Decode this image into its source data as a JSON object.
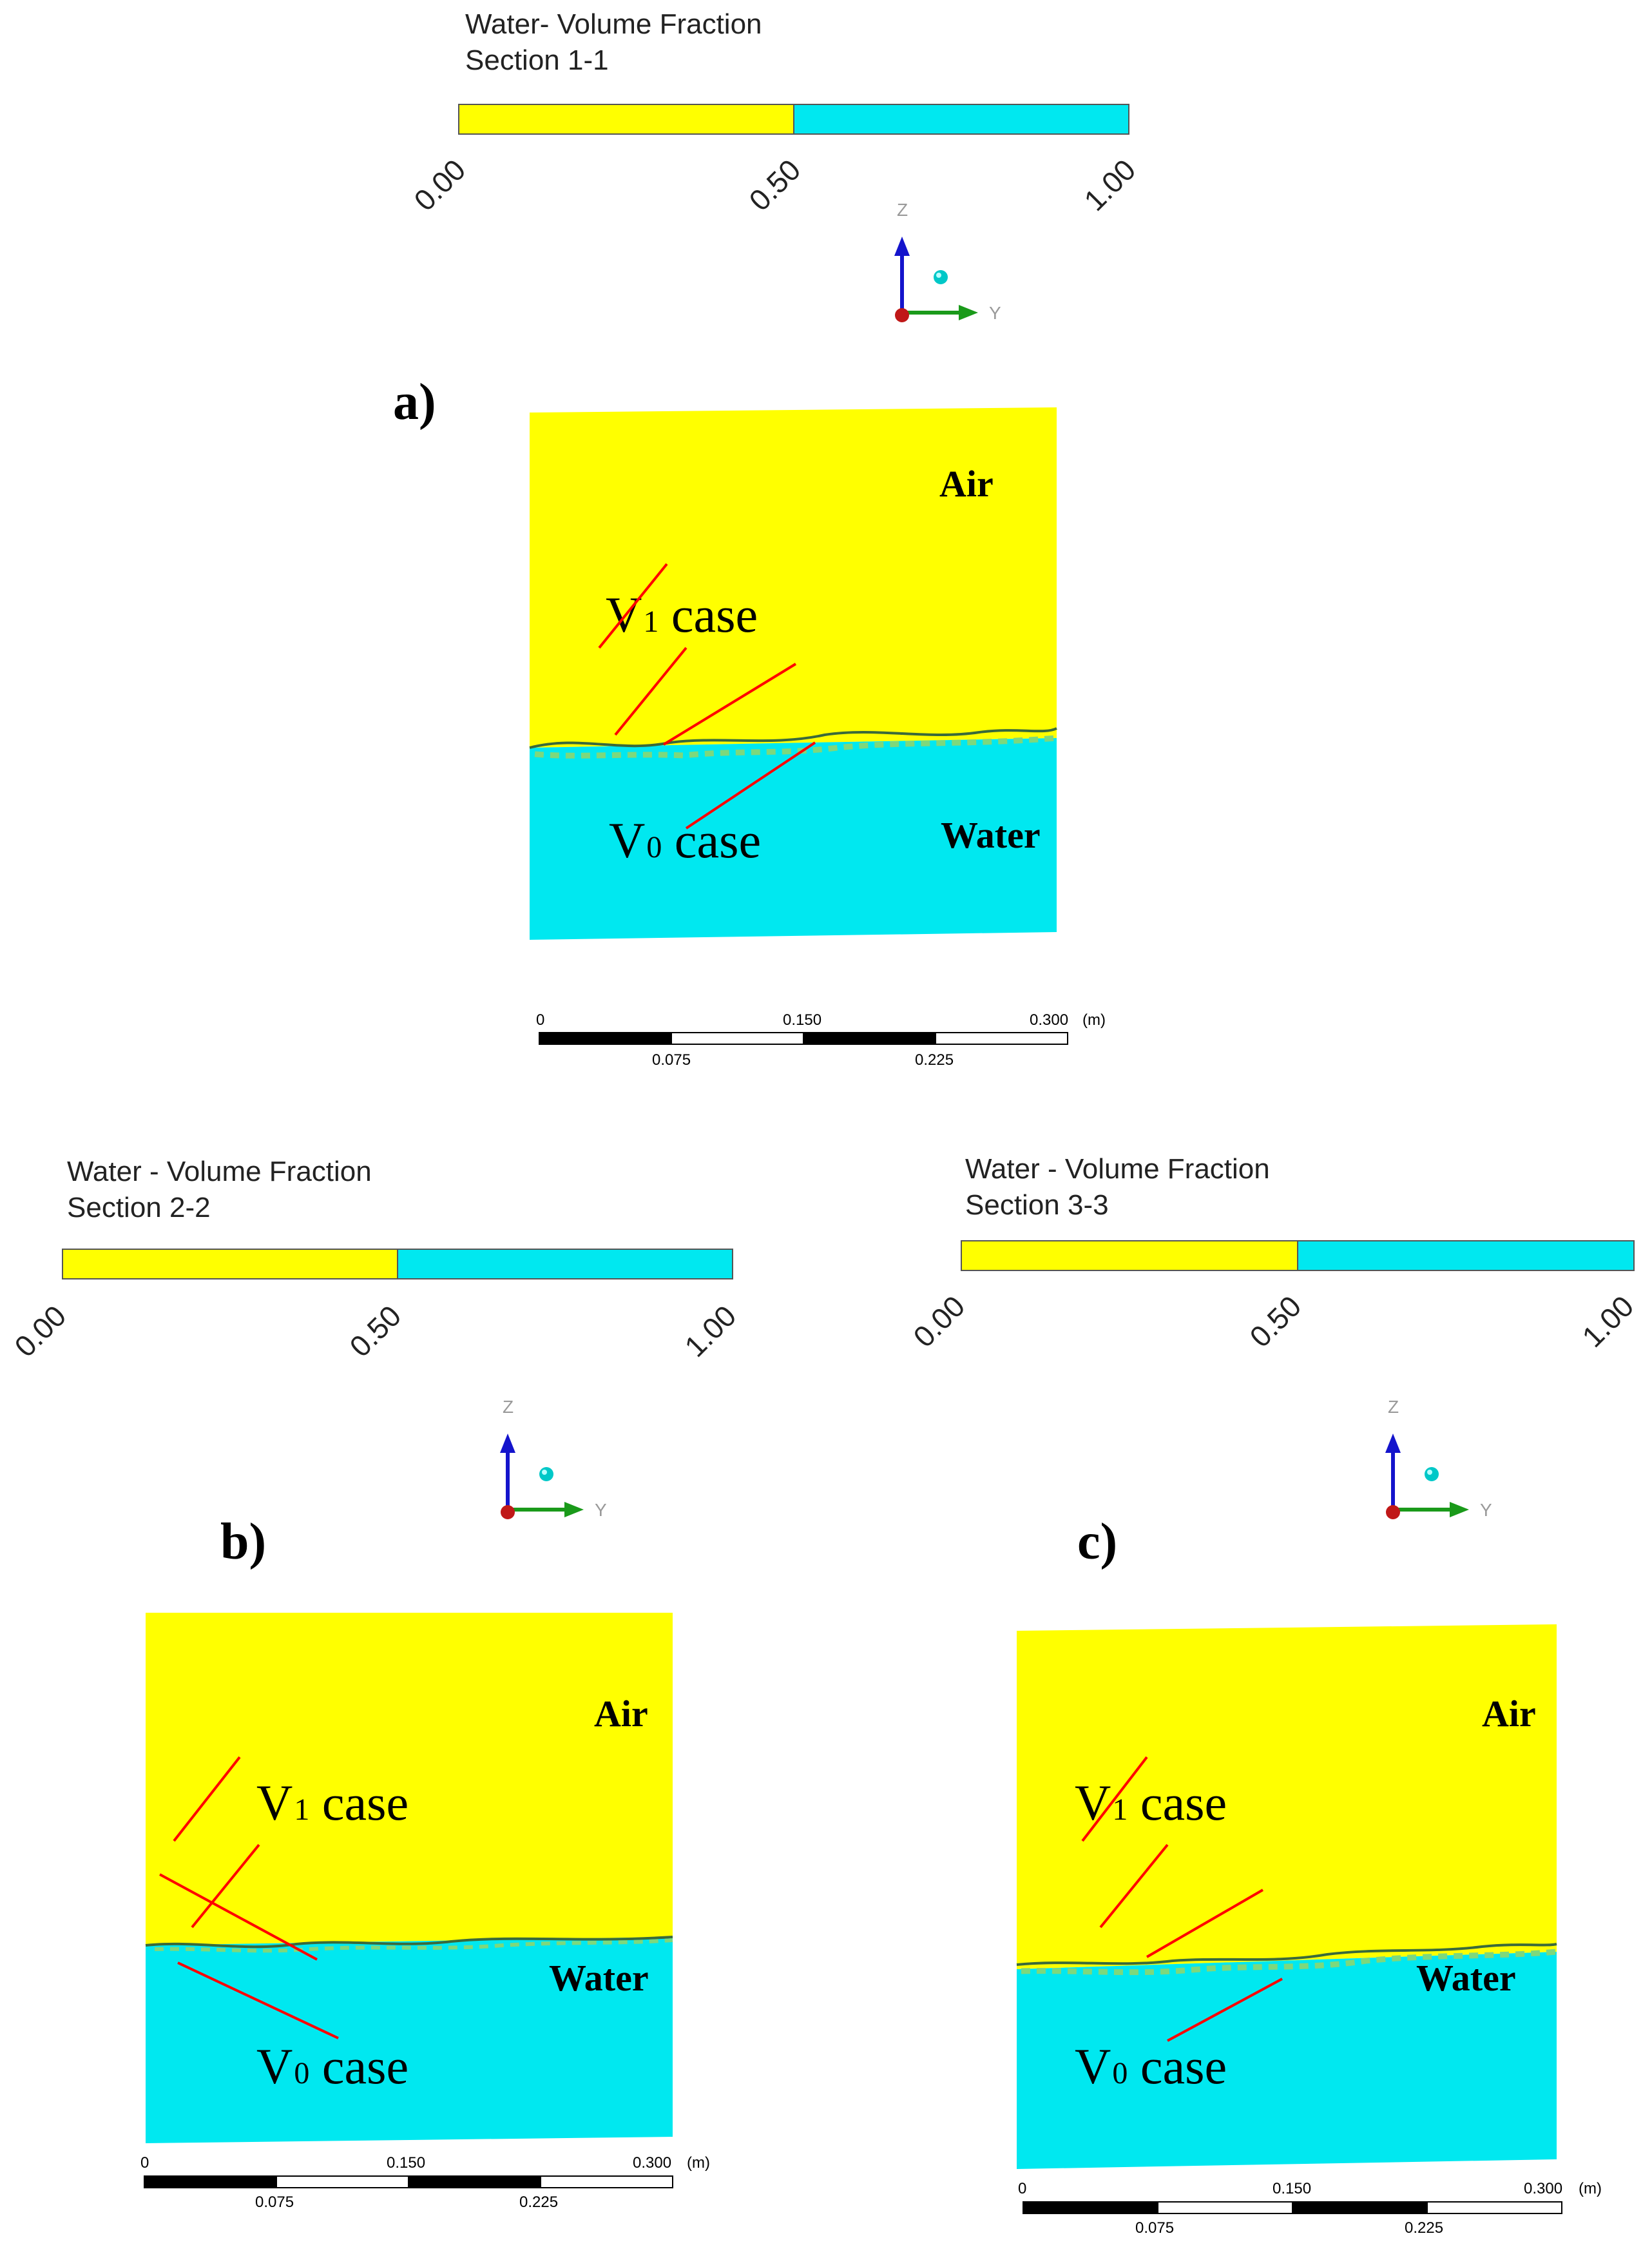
{
  "legend_title_1": "Water- Volume Fraction",
  "legend_title_2": "Water - Volume Fraction",
  "legend_title_3": "Water - Volume Fraction",
  "legend_ticks": [
    "0.00",
    "0.50",
    "1.00"
  ],
  "colors": {
    "air": "#ffff00",
    "water": "#00e8f0",
    "marker": "#ff0000",
    "axis_z": "#1414cc",
    "axis_y": "#1a9a1a",
    "axis_x": "#c01818",
    "sphere": "#00c8c8"
  },
  "triad": {
    "z": "Z",
    "y": "Y"
  },
  "scale_bar": {
    "top_ticks": [
      "0",
      "0.150",
      "0.300"
    ],
    "bottom_ticks": [
      "0.075",
      "0.225"
    ],
    "unit": "(m)"
  },
  "panels": [
    {
      "label": "a)",
      "section": "Section 1-1",
      "air_label": "Air",
      "water_label": "Water",
      "v1_main": "V",
      "v1_sub": "1",
      "v1_rest": " case",
      "v0_main": "V",
      "v0_sub": "0",
      "v0_rest": " case"
    },
    {
      "label": "b)",
      "section": "Section  2-2",
      "air_label": "Air",
      "water_label": "Water",
      "v1_main": "V",
      "v1_sub": "1",
      "v1_rest": " case",
      "v0_main": "V",
      "v0_sub": "0",
      "v0_rest": " case"
    },
    {
      "label": "c)",
      "section": "Section 3-3",
      "air_label": "Air",
      "water_label": "Water",
      "v1_main": "V",
      "v1_sub": "1",
      "v1_rest": " case",
      "v0_main": "V",
      "v0_sub": "0",
      "v0_rest": " case"
    }
  ]
}
